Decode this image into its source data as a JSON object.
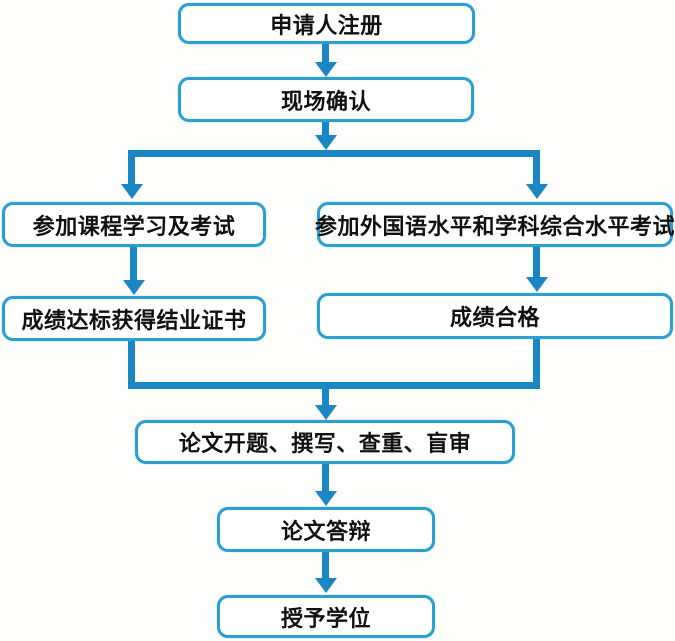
{
  "flowchart": {
    "colors": {
      "box_border": "#2b9fd0",
      "connector": "#1b86c4",
      "box_fill": "#ffffff",
      "text": "#111111",
      "background": "#fdfdfb"
    },
    "nodes": [
      {
        "id": "register",
        "label": "申请人注册"
      },
      {
        "id": "onsite-confirm",
        "label": "现场确认"
      },
      {
        "id": "course-study",
        "label": "参加课程学习及考试"
      },
      {
        "id": "foreign-lang-exam",
        "label": "参加外国语水平和学科综合水平考试"
      },
      {
        "id": "completion-cert",
        "label": "成绩达标获得结业证书"
      },
      {
        "id": "pass-grades",
        "label": "成绩合格"
      },
      {
        "id": "thesis-process",
        "label": "论文开题、撰写、查重、盲审"
      },
      {
        "id": "thesis-defense",
        "label": "论文答辩"
      },
      {
        "id": "degree-award",
        "label": "授予学位"
      }
    ],
    "edges": [
      {
        "from": "register",
        "to": "onsite-confirm"
      },
      {
        "from": "onsite-confirm",
        "to": "course-study"
      },
      {
        "from": "onsite-confirm",
        "to": "foreign-lang-exam"
      },
      {
        "from": "course-study",
        "to": "completion-cert"
      },
      {
        "from": "foreign-lang-exam",
        "to": "pass-grades"
      },
      {
        "from": "completion-cert",
        "to": "thesis-process"
      },
      {
        "from": "pass-grades",
        "to": "thesis-process"
      },
      {
        "from": "thesis-process",
        "to": "thesis-defense"
      },
      {
        "from": "thesis-defense",
        "to": "degree-award"
      }
    ]
  }
}
